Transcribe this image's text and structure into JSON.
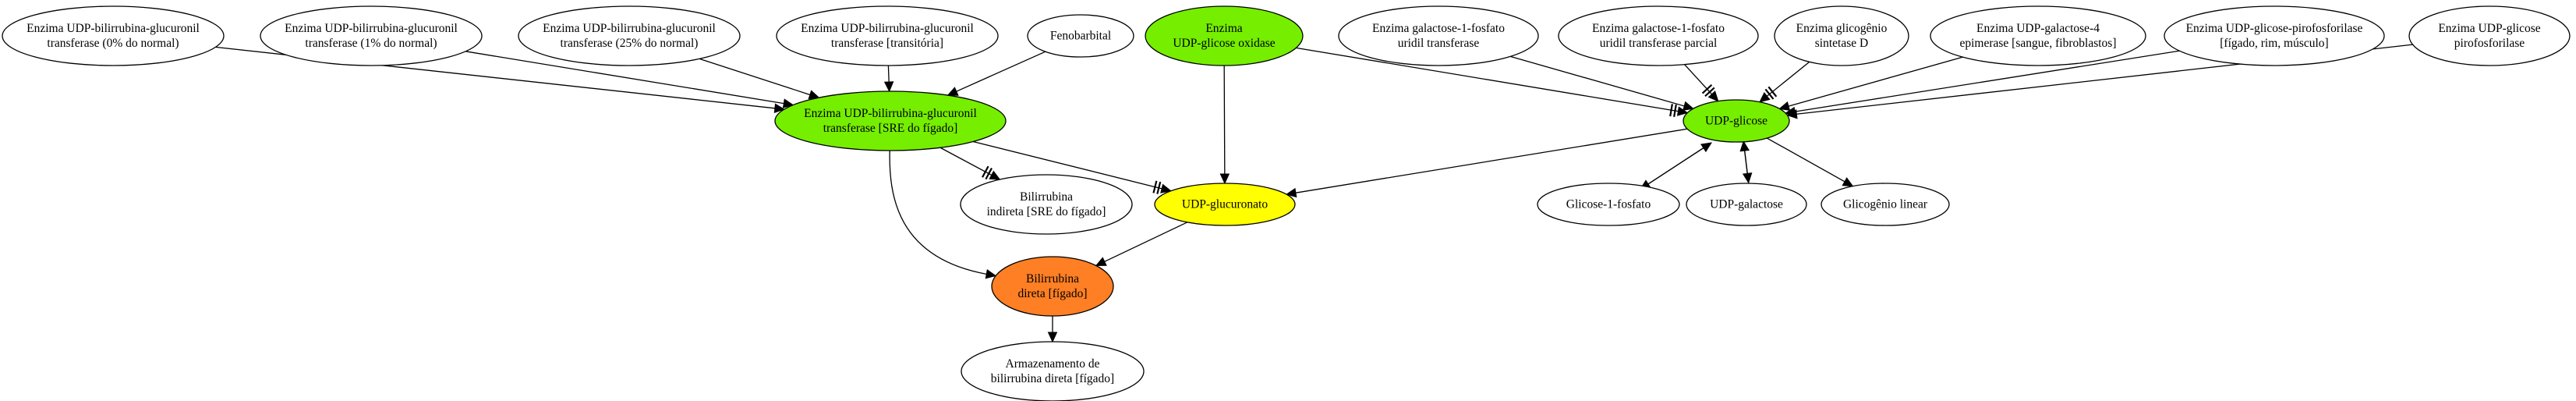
{
  "diagram": {
    "nodes": [
      {
        "id": "n_ugt0",
        "lines": [
          "Enzima UDP-bilirrubina-glucuronil",
          "transferase (0% do normal)"
        ],
        "fill": "#ffffff"
      },
      {
        "id": "n_ugt1",
        "lines": [
          "Enzima UDP-bilirrubina-glucuronil",
          "transferase (1% do normal)"
        ],
        "fill": "#ffffff"
      },
      {
        "id": "n_ugt25",
        "lines": [
          "Enzima UDP-bilirrubina-glucuronil",
          "transferase (25% do normal)"
        ],
        "fill": "#ffffff"
      },
      {
        "id": "n_ugttr",
        "lines": [
          "Enzima UDP-bilirrubina-glucuronil",
          "transferase [transitória]"
        ],
        "fill": "#ffffff"
      },
      {
        "id": "n_feno",
        "lines": [
          "Fenobarbital"
        ],
        "fill": "#ffffff"
      },
      {
        "id": "n_udpgox",
        "lines": [
          "Enzima",
          "UDP-glicose oxidase"
        ],
        "fill": "#76ee00"
      },
      {
        "id": "n_galt",
        "lines": [
          "Enzima galactose-1-fosfato",
          "uridil transferase"
        ],
        "fill": "#ffffff"
      },
      {
        "id": "n_galtp",
        "lines": [
          "Enzima galactose-1-fosfato",
          "uridil transferase parcial"
        ],
        "fill": "#ffffff"
      },
      {
        "id": "n_gsd",
        "lines": [
          "Enzima glicogênio",
          "sintetase D"
        ],
        "fill": "#ffffff"
      },
      {
        "id": "n_gale",
        "lines": [
          "Enzima UDP-galactose-4",
          "epimerase [sangue, fibroblastos]"
        ],
        "fill": "#ffffff"
      },
      {
        "id": "n_ugp1",
        "lines": [
          "Enzima UDP-glicose-pirofosforilase",
          "[fígado, rim, músculo]"
        ],
        "fill": "#ffffff"
      },
      {
        "id": "n_ugp2",
        "lines": [
          "Enzima UDP-glicose",
          "pirofosforilase"
        ],
        "fill": "#ffffff"
      },
      {
        "id": "n_ugtsre",
        "lines": [
          "Enzima UDP-bilirrubina-glucuronil",
          "transferase [SRE do fígado]"
        ],
        "fill": "#76ee00"
      },
      {
        "id": "n_udpg",
        "lines": [
          "UDP-glicose"
        ],
        "fill": "#76ee00"
      },
      {
        "id": "n_bilind",
        "lines": [
          "Bilirrubina",
          "indireta [SRE do fígado]"
        ],
        "fill": "#ffffff"
      },
      {
        "id": "n_udpgluc",
        "lines": [
          "UDP-glucuronato"
        ],
        "fill": "#ffff00"
      },
      {
        "id": "n_g1p",
        "lines": [
          "Glicose-1-fosfato"
        ],
        "fill": "#ffffff"
      },
      {
        "id": "n_udpgal",
        "lines": [
          "UDP-galactose"
        ],
        "fill": "#ffffff"
      },
      {
        "id": "n_glic",
        "lines": [
          "Glicogênio linear"
        ],
        "fill": "#ffffff"
      },
      {
        "id": "n_bildir",
        "lines": [
          "Bilirrubina",
          "direta [fígado]"
        ],
        "fill": "#ff7f24"
      },
      {
        "id": "n_arm",
        "lines": [
          "Armazenamento de",
          "bilirrubina direta [fígado]"
        ],
        "fill": "#ffffff"
      }
    ],
    "edges": [
      {
        "from": "n_ugt0",
        "to": "n_ugtsre",
        "head": "arrow"
      },
      {
        "from": "n_ugt1",
        "to": "n_ugtsre",
        "head": "arrow"
      },
      {
        "from": "n_ugt25",
        "to": "n_ugtsre",
        "head": "arrow"
      },
      {
        "from": "n_ugttr",
        "to": "n_ugtsre",
        "head": "arrow"
      },
      {
        "from": "n_feno",
        "to": "n_ugtsre",
        "head": "arrow"
      },
      {
        "from": "n_udpgox",
        "to": "n_udpgluc",
        "head": "arrow"
      },
      {
        "from": "n_udpgox",
        "to": "n_udpg",
        "head": "tee-arrow"
      },
      {
        "from": "n_galt",
        "to": "n_udpg",
        "head": "arrow"
      },
      {
        "from": "n_galtp",
        "to": "n_udpg",
        "head": "tee-arrow"
      },
      {
        "from": "n_gsd",
        "to": "n_udpg",
        "head": "tee-arrow"
      },
      {
        "from": "n_gale",
        "to": "n_udpg",
        "head": "arrow"
      },
      {
        "from": "n_ugp1",
        "to": "n_udpg",
        "head": "arrow"
      },
      {
        "from": "n_ugp2",
        "to": "n_udpg",
        "head": "arrow"
      },
      {
        "from": "n_ugtsre",
        "to": "n_bilind",
        "head": "tee-arrow"
      },
      {
        "from": "n_ugtsre",
        "to": "n_udpgluc",
        "head": "tee-arrow"
      },
      {
        "from": "n_ugtsre",
        "to": "n_bildir",
        "head": "arrow"
      },
      {
        "from": "n_udpg",
        "to": "n_udpgluc",
        "head": "arrow"
      },
      {
        "from": "n_udpg",
        "to": "n_g1p",
        "head": "arrow"
      },
      {
        "from": "n_g1p",
        "to": "n_udpg",
        "head": "arrow"
      },
      {
        "from": "n_udpg",
        "to": "n_udpgal",
        "head": "arrow"
      },
      {
        "from": "n_udpgal",
        "to": "n_udpg",
        "head": "arrow"
      },
      {
        "from": "n_udpg",
        "to": "n_glic",
        "head": "arrow"
      },
      {
        "from": "n_udpgluc",
        "to": "n_bildir",
        "head": "arrow"
      },
      {
        "from": "n_bildir",
        "to": "n_arm",
        "head": "arrow"
      }
    ]
  }
}
